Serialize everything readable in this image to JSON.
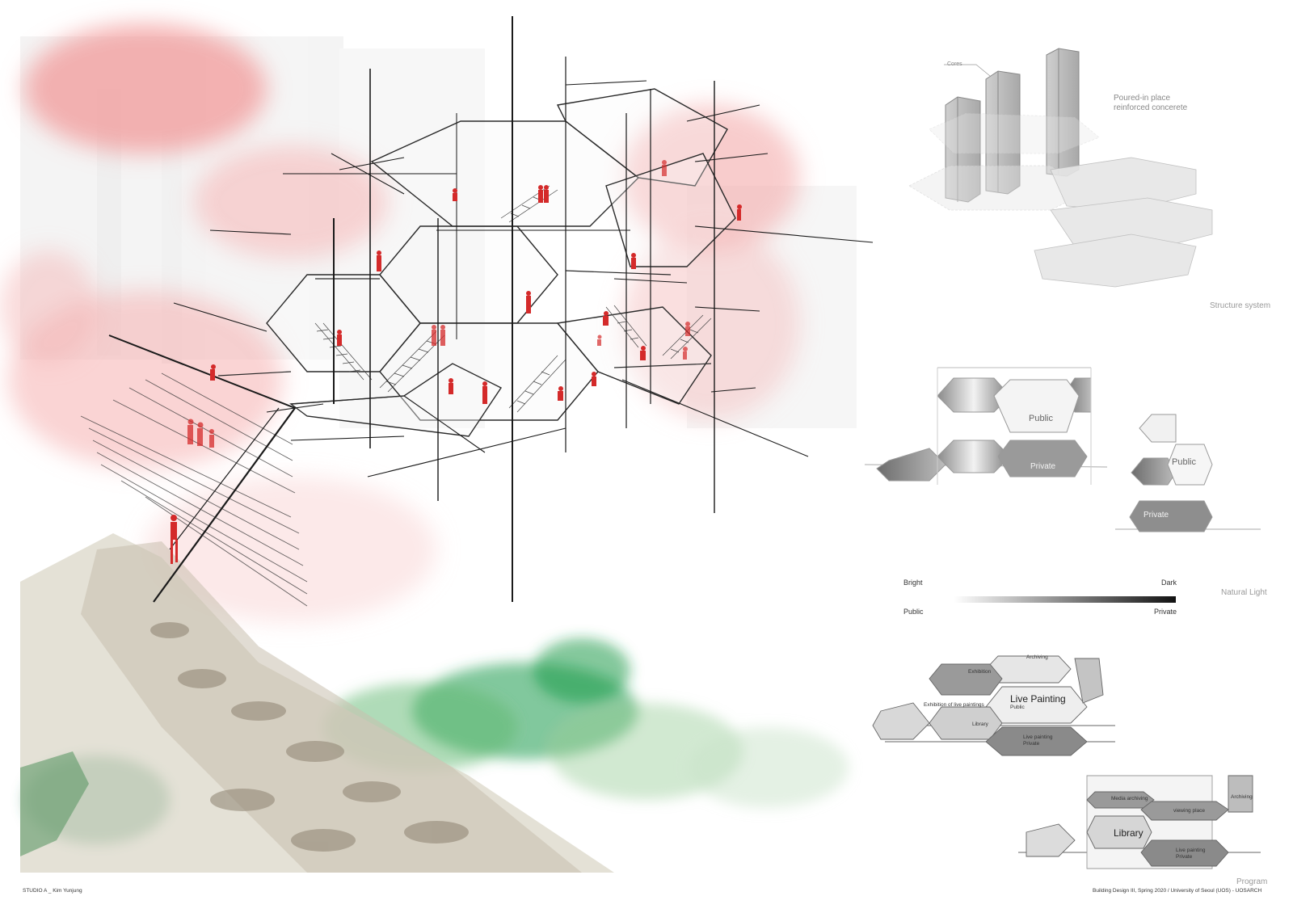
{
  "structure": {
    "cores_label": "Cores",
    "material_line1": "Poured-in place",
    "material_line2": "reinforced concerete",
    "caption": "Structure system"
  },
  "light": {
    "public_label": "Public",
    "private_label": "Private",
    "bright_label": "Bright",
    "dark_label": "Dark",
    "legend_public": "Public",
    "legend_private": "Private",
    "caption": "Natural Light"
  },
  "program": {
    "upper": {
      "archiving": "Archiving",
      "exhibition": "Exhibition",
      "exhibition_live": "Exhibition of live paintings",
      "live_painting": "Live Painting",
      "public": "Public",
      "library": "Library",
      "live_painting_small": "Live painting",
      "private": "Private"
    },
    "lower": {
      "media_archiving": "Media archiving",
      "archiving": "Archiving",
      "viewing_place": "viewing place",
      "library": "Library",
      "live_painting_small": "Live painting",
      "private": "Private"
    },
    "caption": "Program"
  },
  "footer": {
    "left": "STUDIO A _ Kim Yunjung",
    "right": "Building Design III, Spring 2020 / University of Seoul (UOS) - UOSARCH"
  },
  "colors": {
    "figure_red": "#d42a2a",
    "wash_pink": "#f2a3a3",
    "wash_green": "#2fa35a",
    "line": "#222222",
    "gray_hex": "#9a9a9a"
  }
}
